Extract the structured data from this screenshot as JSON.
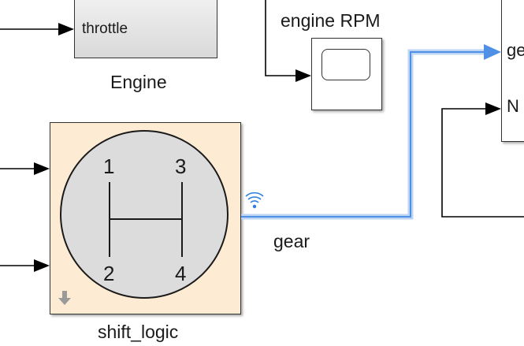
{
  "blocks": {
    "engine": {
      "name": "Engine",
      "port_throttle": "throttle"
    },
    "scope": {
      "name": "engine RPM"
    },
    "shift_logic": {
      "name": "shift_logic",
      "gears": {
        "g1": "1",
        "g2": "2",
        "g3": "3",
        "g4": "4"
      },
      "badge_icon": "down-arrow-icon"
    },
    "right_block": {
      "port_gear": "ge",
      "port_n": "N"
    }
  },
  "signals": {
    "gear": {
      "label": "gear",
      "selected": true,
      "logged_icon": "signal-logging-icon"
    }
  },
  "colors": {
    "selection": "#4f8fe6",
    "selection_glow": "#bcd5f5",
    "stateflow_fill": "#fdebd3",
    "block_fill": "#e3e3e3",
    "line": "#000000"
  }
}
